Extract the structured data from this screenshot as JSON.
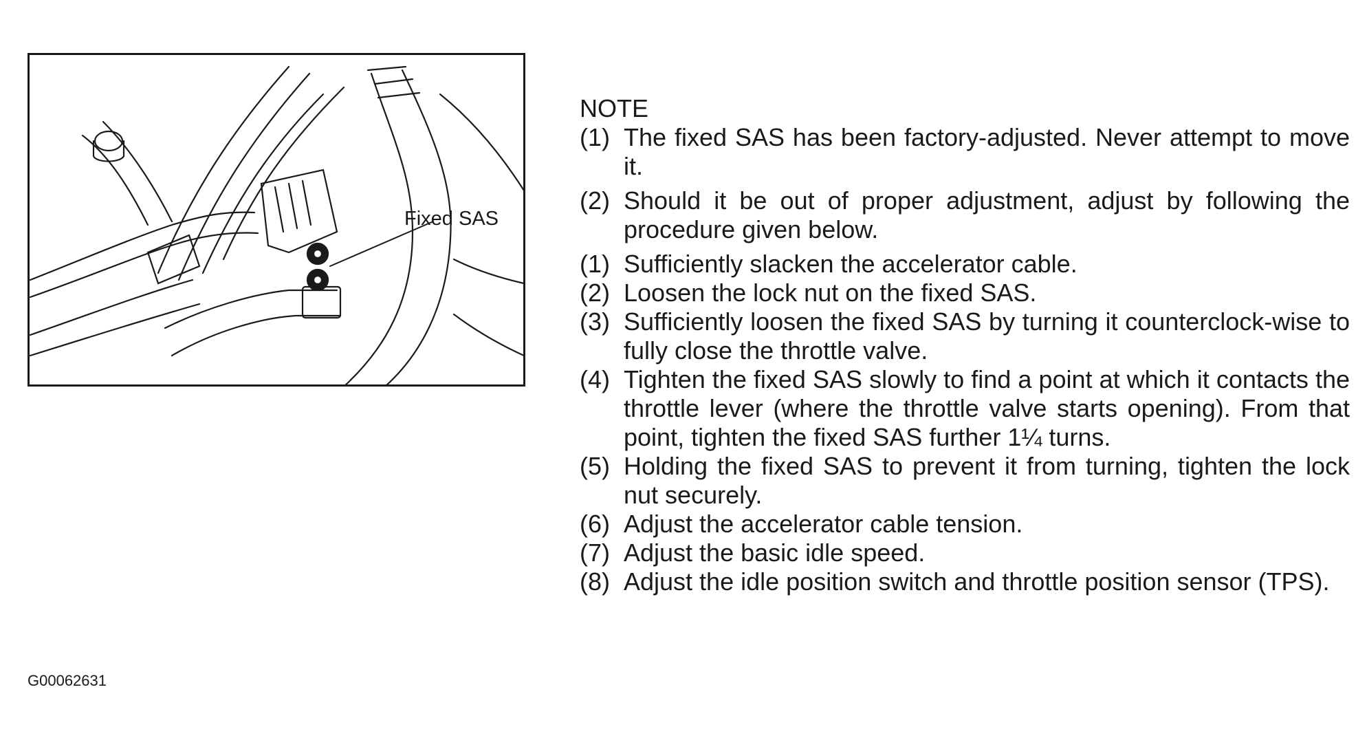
{
  "figure": {
    "callout_label": "Fixed SAS",
    "figure_id": "G00062631"
  },
  "note": {
    "heading": "NOTE",
    "items": [
      {
        "num": "(1)",
        "text": "The fixed SAS has been factory-adjusted. Never attempt to move it."
      },
      {
        "num": "(2)",
        "text": "Should it be out of proper adjustment, adjust by following the procedure given below."
      }
    ]
  },
  "procedure": {
    "items": [
      {
        "num": "(1)",
        "text": "Sufficiently slacken the accelerator cable."
      },
      {
        "num": "(2)",
        "text": "Loosen the lock nut on the fixed SAS."
      },
      {
        "num": "(3)",
        "text": "Sufficiently loosen the fixed SAS by turning it counterclock-wise to fully close the throttle valve."
      },
      {
        "num": "(4)",
        "text": "Tighten the fixed SAS slowly to find a point at which it contacts the throttle lever (where the throttle valve starts opening). From that point, tighten the fixed SAS further 1¼ turns."
      },
      {
        "num": "(5)",
        "text": "Holding the fixed SAS to prevent it from turning, tighten the lock nut securely."
      },
      {
        "num": "(6)",
        "text": "Adjust the accelerator cable tension."
      },
      {
        "num": "(7)",
        "text": "Adjust the basic idle speed."
      },
      {
        "num": "(8)",
        "text": "Adjust the idle position switch and throttle position sensor (TPS)."
      }
    ]
  }
}
